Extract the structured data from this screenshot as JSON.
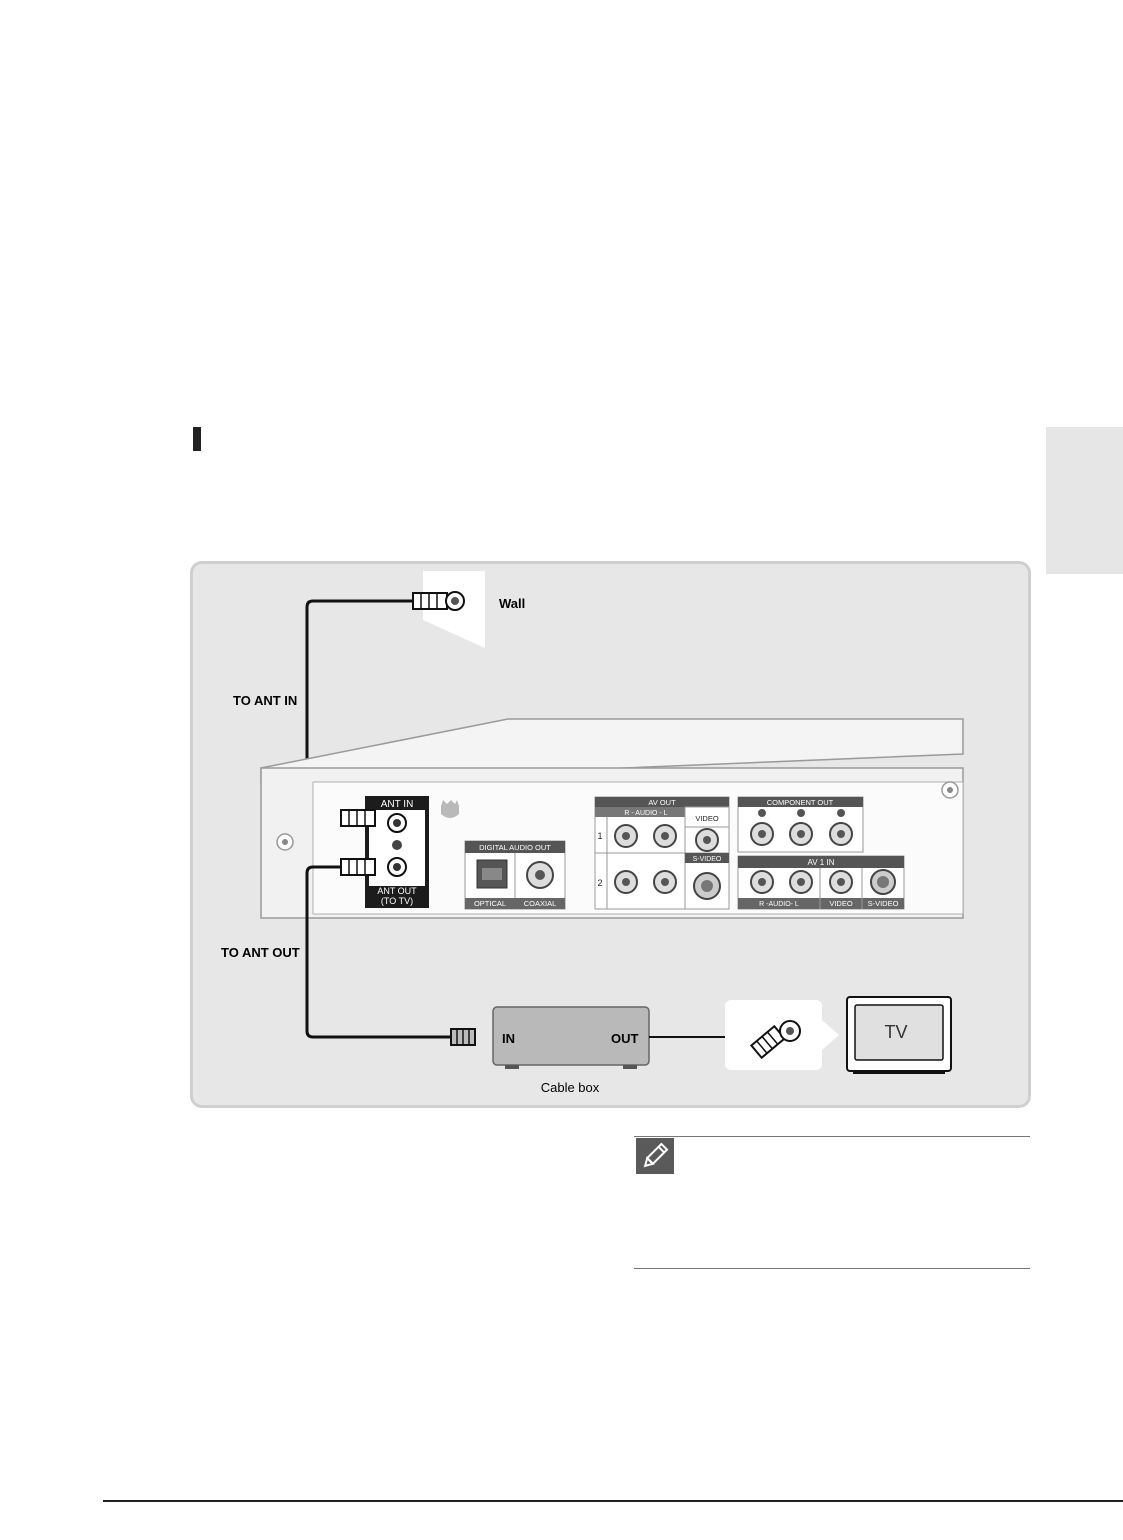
{
  "diagram": {
    "wall_label": "Wall",
    "to_ant_in_label": "TO ANT IN",
    "to_ant_out_label": "TO ANT OUT",
    "ant_in_label": "ANT IN",
    "ant_out_label_1": "ANT OUT",
    "ant_out_label_2": "(TO TV)",
    "digital_audio_out_label": "DIGITAL AUDIO OUT",
    "optical_label": "OPTICAL",
    "coaxial_label": "COAXIAL",
    "av_out_label": "AV OUT",
    "av_out_audio_label": "R - AUDIO - L",
    "av_out_video_label": "VIDEO",
    "av_out_svideo_label": "S-VIDEO",
    "row_1_label": "1",
    "row_2_label": "2",
    "component_out_label": "COMPONENT OUT",
    "av1_in_label": "AV 1 IN",
    "av1_in_audio_label": "R -AUDIO- L",
    "av1_in_video_label": "VIDEO",
    "av1_in_svideo_label": "S-VIDEO",
    "cable_box_in_label": "IN",
    "cable_box_out_label": "OUT",
    "cable_box_caption": "Cable box",
    "tv_label": "TV"
  }
}
